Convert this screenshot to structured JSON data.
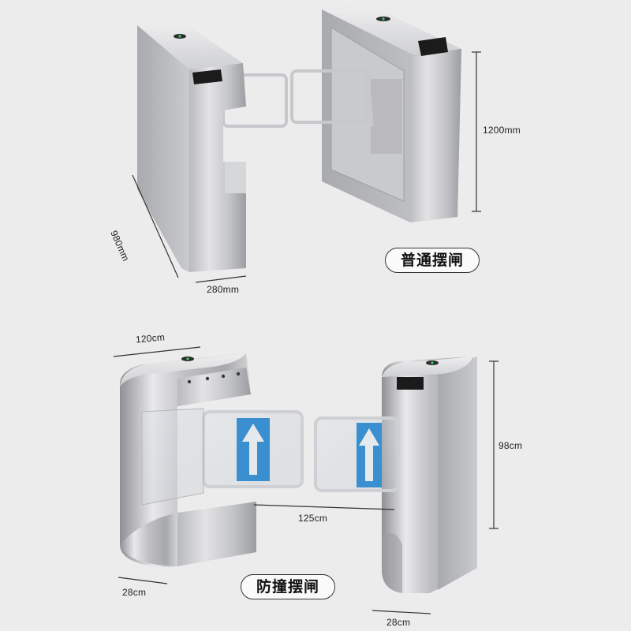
{
  "top_product": {
    "name_label": "普通摆闸",
    "height_label": "1200mm",
    "depth_label": "980mm",
    "width_label": "280mm"
  },
  "bottom_product": {
    "name_label": "防撞摆闸",
    "length_label": "120cm",
    "height_label": "98cm",
    "gap_label": "125cm",
    "left_width_label": "28cm",
    "right_width_label": "28cm"
  },
  "colors": {
    "background": "#ececec",
    "steel_light": "#d8d8da",
    "steel_dark": "#8e8f93",
    "sign_blue": "#3a8fd0",
    "reader_black": "#1b1b1b"
  },
  "icons": [
    "up-arrow-icon",
    "card-reader-icon"
  ]
}
